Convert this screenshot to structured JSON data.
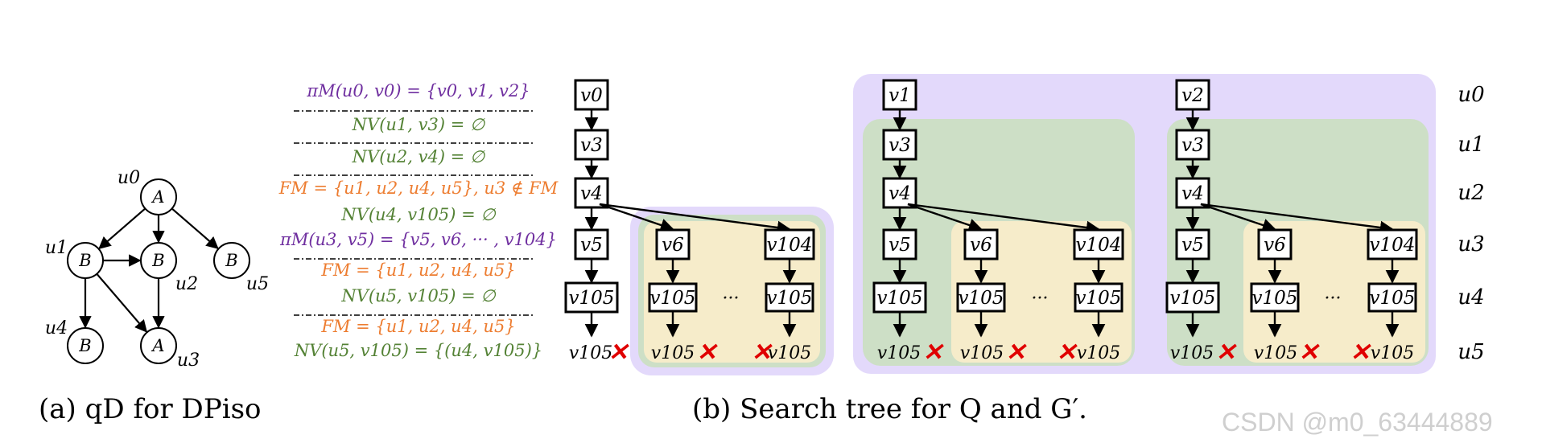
{
  "query_graph": {
    "nodes": [
      {
        "id": "u0",
        "label": "A",
        "name": "u0"
      },
      {
        "id": "u1",
        "label": "B",
        "name": "u1"
      },
      {
        "id": "u2",
        "label": "B",
        "name": "u2"
      },
      {
        "id": "u5",
        "label": "B",
        "name": "u5"
      },
      {
        "id": "u4",
        "label": "B",
        "name": "u4"
      },
      {
        "id": "u3",
        "label": "A",
        "name": "u3"
      }
    ],
    "edges": [
      [
        "u0",
        "u1"
      ],
      [
        "u0",
        "u2"
      ],
      [
        "u0",
        "u5"
      ],
      [
        "u1",
        "u2"
      ],
      [
        "u1",
        "u4"
      ],
      [
        "u1",
        "u3"
      ],
      [
        "u2",
        "u3"
      ]
    ],
    "caption": "(a) qD for DPiso"
  },
  "annotations": [
    {
      "text": "πM(u0, v0) = {v0, v1, v2}",
      "color": "#7030a0"
    },
    {
      "text": "NV(u1, v3) = ∅",
      "color": "#548235"
    },
    {
      "text": "NV(u2, v4) = ∅",
      "color": "#548235"
    },
    {
      "text": "FM = {u1, u2, u4, u5}, u3 ∉ FM",
      "color": "#ed7d31"
    },
    {
      "text": "NV(u4, v105) = ∅",
      "color": "#548235"
    },
    {
      "text": "πM(u3, v5) = {v5, v6, ··· , v104}",
      "color": "#7030a0"
    },
    {
      "text": "FM = {u1, u2, u4, u5}",
      "color": "#ed7d31"
    },
    {
      "text": "NV(u5, v105) = ∅",
      "color": "#548235"
    },
    {
      "text": "FM = {u1, u2, u4, u5}",
      "color": "#ed7d31"
    },
    {
      "text": "NV(u5, v105) = {(u4, v105)}",
      "color": "#548235"
    }
  ],
  "search_tree": {
    "root_chain": [
      "v0",
      "v3",
      "v4",
      "v5",
      "v105"
    ],
    "v1_chain": [
      "v1",
      "v3",
      "v4",
      "v5",
      "v105"
    ],
    "v2_chain": [
      "v2",
      "v3",
      "v4",
      "v5",
      "v105"
    ],
    "branch_columns": [
      {
        "top": "v6",
        "mid": "v105"
      },
      {
        "top": "v104",
        "mid": "v105"
      }
    ],
    "leaf_label": "v105",
    "ellipsis": "···",
    "pruned_mark": "✕",
    "levels": [
      "u0",
      "u1",
      "u2",
      "u3",
      "u4",
      "u5"
    ],
    "caption": "(b) Search tree for Q and G′."
  },
  "watermark": "CSDN @m0_63444889",
  "colors": {
    "purple_region": "#e3d9fb",
    "green_region": "#cddfc6",
    "yellow_region": "#f6ecca",
    "cross": "#e00000",
    "purple_text": "#7030a0",
    "green_text": "#548235",
    "orange_text": "#ed7d31"
  }
}
